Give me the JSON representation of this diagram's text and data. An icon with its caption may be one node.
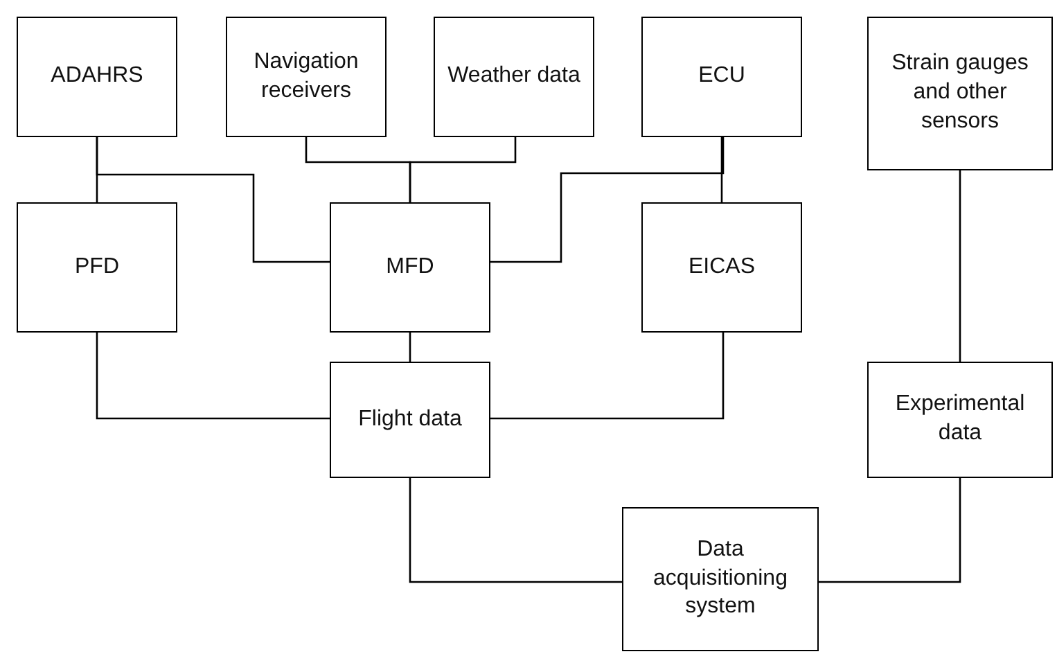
{
  "diagram": {
    "nodes": [
      {
        "text": [
          "ADAHRS"
        ]
      },
      {
        "text": [
          "Navigation receivers"
        ]
      },
      {
        "text": [
          "Weather data"
        ]
      },
      {
        "text": [
          "ECU"
        ]
      },
      {
        "text": [
          "Strain gauges and other sensors"
        ]
      },
      {
        "text": [
          "PFD"
        ]
      },
      {
        "text": [
          "MFD"
        ]
      },
      {
        "text": [
          "EICAS"
        ]
      },
      {
        "text": [
          "Flight data"
        ]
      },
      {
        "text": [
          "Experimental data"
        ]
      },
      {
        "text": [
          "Data acquisitioning system"
        ]
      }
    ],
    "edges": [
      {
        "from": 0,
        "to": 5,
        "arrow": "none"
      },
      {
        "from": 0,
        "to": 6,
        "arrow": "none"
      },
      {
        "from": 1,
        "to": 6,
        "arrow": "none"
      },
      {
        "from": 2,
        "to": 6,
        "arrow": "none"
      },
      {
        "from": 3,
        "to": 7,
        "arrow": "none"
      },
      {
        "from": 3,
        "to": 6,
        "arrow": "none"
      },
      {
        "from": 6,
        "to": 8,
        "arrow": "none"
      },
      {
        "from": 5,
        "to": 8,
        "arrow": "none"
      },
      {
        "from": 7,
        "to": 8,
        "arrow": "none"
      },
      {
        "from": 8,
        "to": 10,
        "arrow": "none"
      },
      {
        "from": 10,
        "to": 9,
        "arrow": "none"
      },
      {
        "from": 4,
        "to": 9,
        "arrow": "none"
      }
    ]
  }
}
